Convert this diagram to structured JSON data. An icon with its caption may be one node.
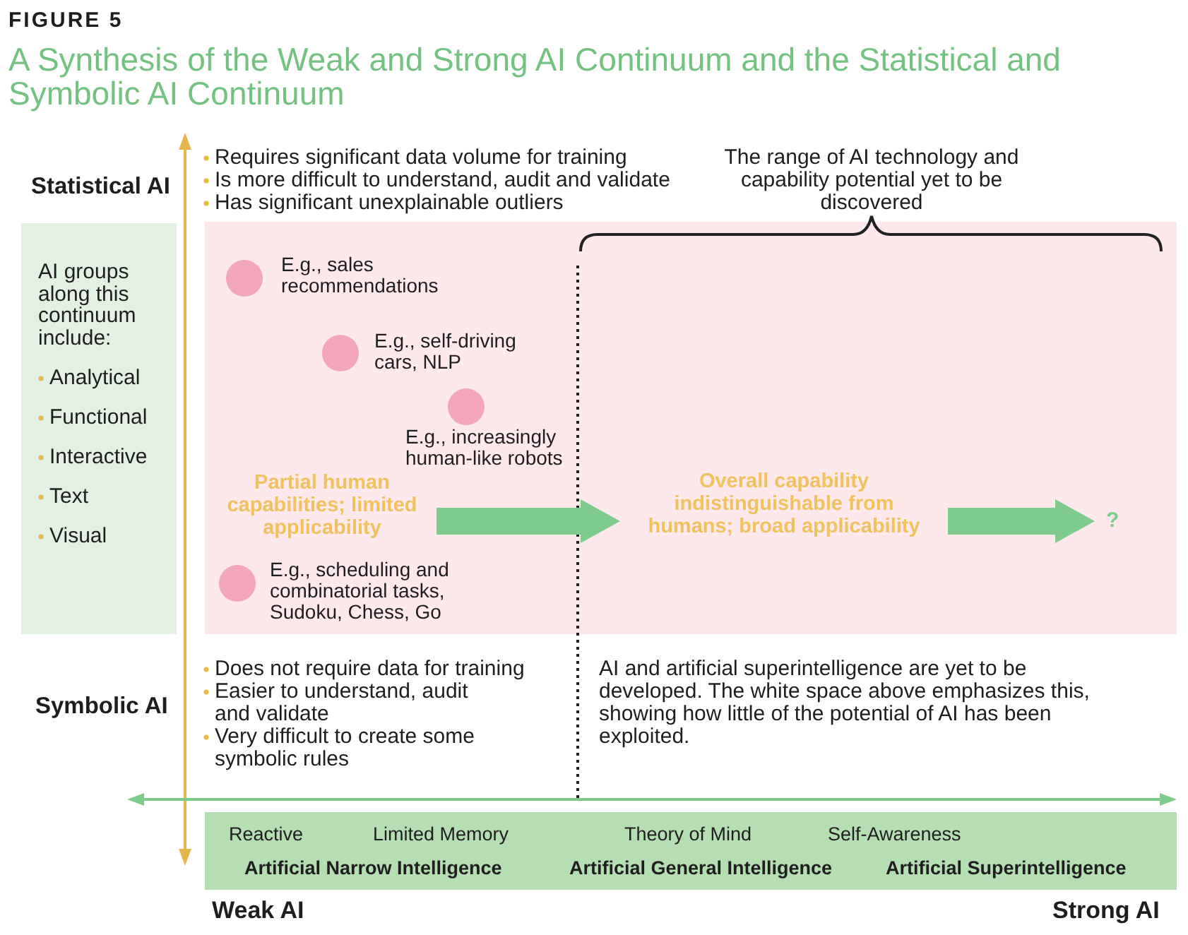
{
  "diagram": {
    "title": "A Synthesis of the Weak and Strong AI Continuum and the Statistical and Symbolic AI Continuum",
    "nodes": [
      {
        "text": [
          "AI groups along this continuum include:",
          "Analytical",
          "Functional",
          "Interactive",
          "Text",
          "Visual"
        ]
      },
      {
        "text": [],
        "shape": "box"
      },
      {
        "text": [],
        "shape": "circle",
        "in": 1,
        "beside": [
          "E.g., sales recommendations"
        ]
      },
      {
        "text": [],
        "shape": "circle",
        "in": 1,
        "beside": [
          "E.g., self-driving cars, NLP"
        ]
      },
      {
        "text": [],
        "shape": "circle",
        "in": 1,
        "beside": [
          "E.g., increasingly human-like robots"
        ]
      },
      {
        "text": [
          "Partial human capabilities; limited applicability"
        ],
        "in": 1
      },
      {
        "text": [
          "Overall capability indistinguishable from humans; broad applicability"
        ],
        "in": 1
      },
      {
        "text": [
          "?"
        ],
        "in": 1
      },
      {
        "text": [],
        "shape": "circle",
        "in": 1,
        "beside": [
          "E.g., scheduling and combinatorial tasks, Sudoku, Chess, Go"
        ]
      },
      {
        "text": [
          "Reactive",
          "Limited Memory",
          "Theory of Mind",
          "Self-Awareness",
          "Artificial Narrow Intelligence",
          "Artificial General Intelligence",
          "Artificial Superintelligence"
        ]
      }
    ],
    "edges": [
      {
        "from": 5,
        "to": 6,
        "arrow": "to"
      },
      {
        "from": 6,
        "to": 7,
        "arrow": "to"
      }
    ],
    "labels": [
      "FIGURE 5",
      "Statistical AI",
      "Requires significant data volume for training",
      "Is more difficult to understand, audit and validate",
      "Has significant unexplainable outliers",
      "The range of AI technology and capability potential yet to be discovered",
      "Symbolic AI",
      "Does not require data for training",
      "Easier to understand, audit and validate",
      "Very difficult to create some symbolic rules",
      "AI and artificial superintelligence are yet to be developed. The white space above emphasizes this, showing how little of the potential of AI has been exploited.",
      "Weak AI",
      "Strong AI"
    ]
  }
}
